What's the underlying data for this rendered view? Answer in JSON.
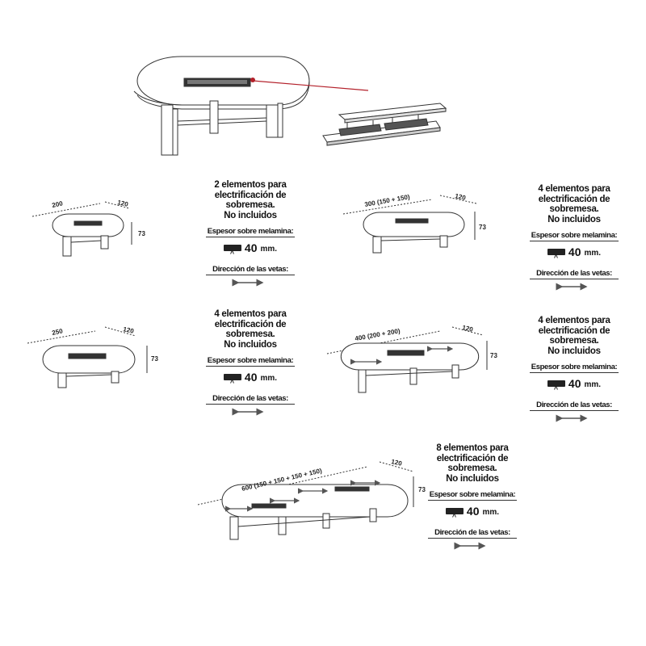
{
  "dims": {
    "d200": "200",
    "d250": "250",
    "d300": "300 (150 + 150)",
    "d400": "400 (200 + 200)",
    "d600": "600 (150 + 150 + 150 + 150)",
    "depth": "120",
    "height": "73"
  },
  "blocks": {
    "b1": {
      "title": [
        "2 elementos para",
        "electrificación de",
        "sobremesa.",
        "No incluidos"
      ],
      "thickness_label": "Espesor sobre melamina:",
      "thickness_value": "40",
      "thickness_unit": "mm.",
      "grain_label": "Dirección de las vetas:"
    },
    "b2": {
      "title": [
        "4 elementos para",
        "electrificación de",
        "sobremesa.",
        "No incluidos"
      ],
      "thickness_label": "Espesor sobre melamina:",
      "thickness_value": "40",
      "thickness_unit": "mm.",
      "grain_label": "Dirección de las vetas:"
    },
    "b3": {
      "title": [
        "4 elementos para",
        "electrificación de",
        "sobremesa.",
        "No incluidos"
      ],
      "thickness_label": "Espesor sobre melamina:",
      "thickness_value": "40",
      "thickness_unit": "mm.",
      "grain_label": "Dirección de las vetas:"
    },
    "b4": {
      "title": [
        "4 elementos para",
        "electrificación de",
        "sobremesa.",
        "No incluidos"
      ],
      "thickness_label": "Espesor sobre melamina:",
      "thickness_value": "40",
      "thickness_unit": "mm.",
      "grain_label": "Dirección de las vetas:"
    },
    "b5": {
      "title": [
        "8 elementos para",
        "electrificación de",
        "sobremesa.",
        "No incluidos"
      ],
      "thickness_label": "Espesor sobre melamina:",
      "thickness_value": "40",
      "thickness_unit": "mm.",
      "grain_label": "Dirección de las vetas:"
    }
  },
  "colors": {
    "line": "#333333",
    "accent": "#b3202a",
    "arrow": "#555555"
  }
}
